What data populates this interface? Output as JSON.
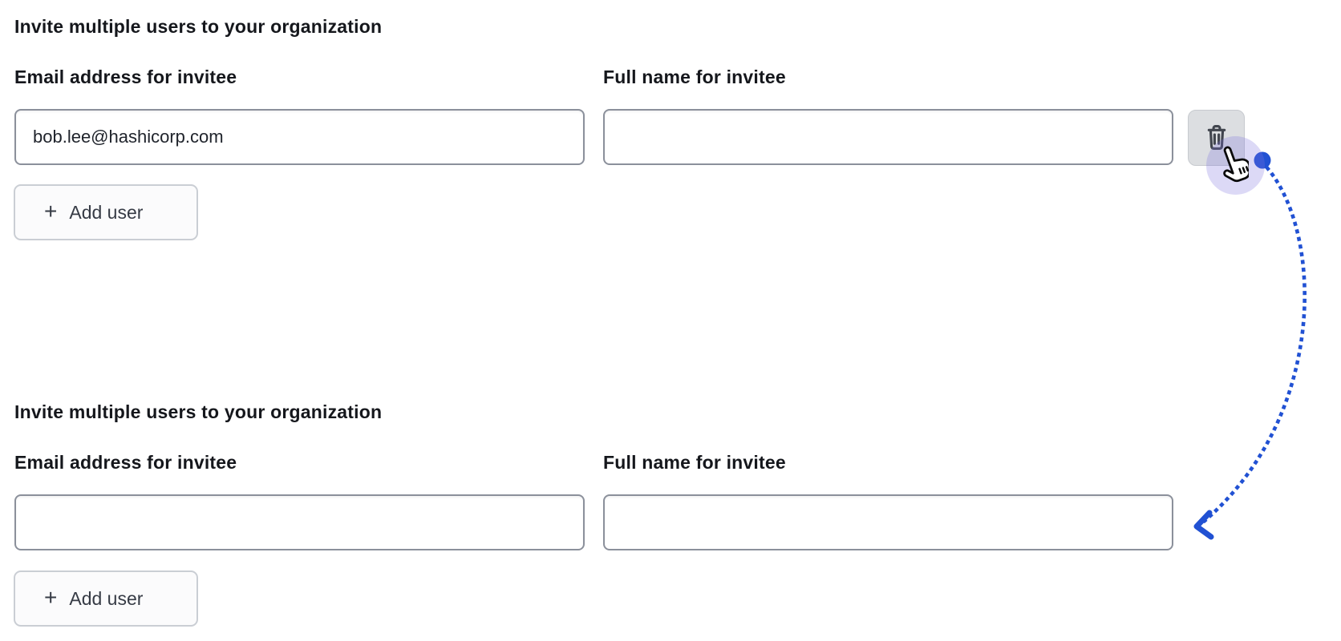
{
  "page": {
    "background": "#ffffff"
  },
  "colors": {
    "annotation_blue": "#2151d3",
    "click_halo": "rgba(124,115,220,0.27)",
    "input_border": "#8b909b",
    "delete_button_bg": "#dcdee1",
    "text_dark": "#15171c"
  },
  "icons": {
    "plus_glyph": "+",
    "delete": "trash-icon",
    "cursor": "hand-pointer-cursor"
  },
  "sections": [
    {
      "heading": "Invite multiple users to your organization",
      "email_label": "Email address for invitee",
      "name_label": "Full name for invitee",
      "email_value": "bob.lee@hashicorp.com",
      "name_value": "",
      "add_user_label": "Add user",
      "has_delete_button": true
    },
    {
      "heading": "Invite multiple users to your organization",
      "email_label": "Email address for invitee",
      "name_label": "Full name for invitee",
      "email_value": "",
      "name_value": "",
      "add_user_label": "Add user",
      "has_delete_button": false
    }
  ],
  "annotation": {
    "type": "dotted-curved-arrow",
    "from": "delete-button-click",
    "to": "second-form-inputs",
    "color": "#2151d3"
  }
}
